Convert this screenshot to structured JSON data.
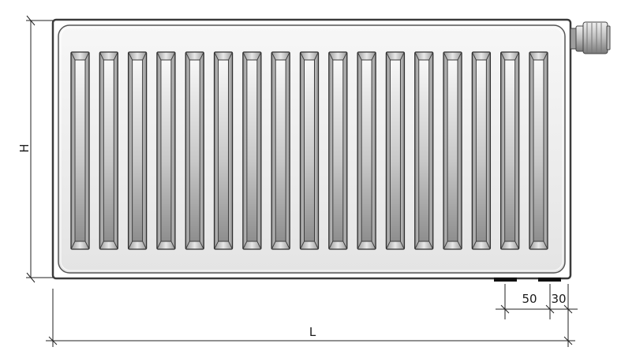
{
  "dimensions": {
    "height_label": "H",
    "length_label": "L",
    "pipe_spacing_label": "50",
    "pipe_offset_label": "30"
  },
  "radiator": {
    "fin_count": 17,
    "colors": {
      "frame": "#3a3a3a",
      "panel_fill": "#f2f2f2",
      "fin_light": "#f5f5f5",
      "fin_dark": "#8a8a8a",
      "pipe": "#111111"
    }
  },
  "icons": [
    "thermostatic-valve-icon"
  ]
}
